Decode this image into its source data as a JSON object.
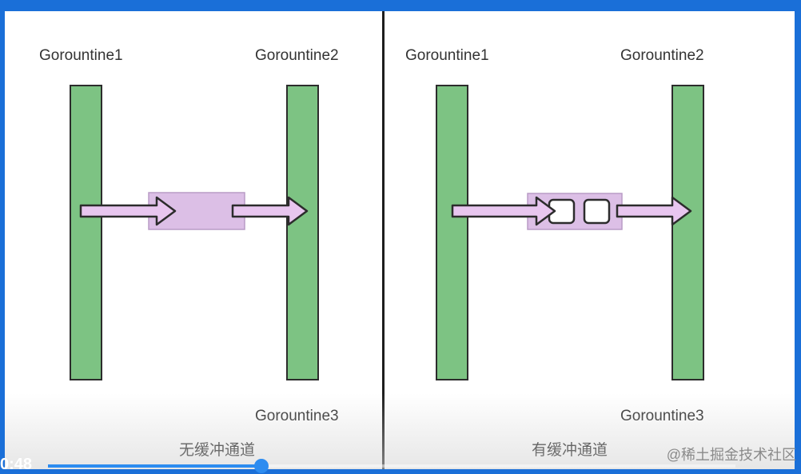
{
  "panels": {
    "left": {
      "label_g1": "Gorountine1",
      "label_g2": "Gorountine2",
      "label_g3": "Gorountine3",
      "caption": "无缓冲通道"
    },
    "right": {
      "label_g1": "Gorountine1",
      "label_g2": "Gorountine2",
      "label_g3": "Gorountine3",
      "caption": "有缓冲通道"
    }
  },
  "colors": {
    "bar_fill": "#7dc383",
    "channel_fill": "#dcbfe6",
    "arrow_fill": "#e8c6ef",
    "outline": "#2c2c2c"
  },
  "player": {
    "time": "0:48",
    "progress": 0.31
  },
  "watermark": "@稀土掘金技术社区"
}
